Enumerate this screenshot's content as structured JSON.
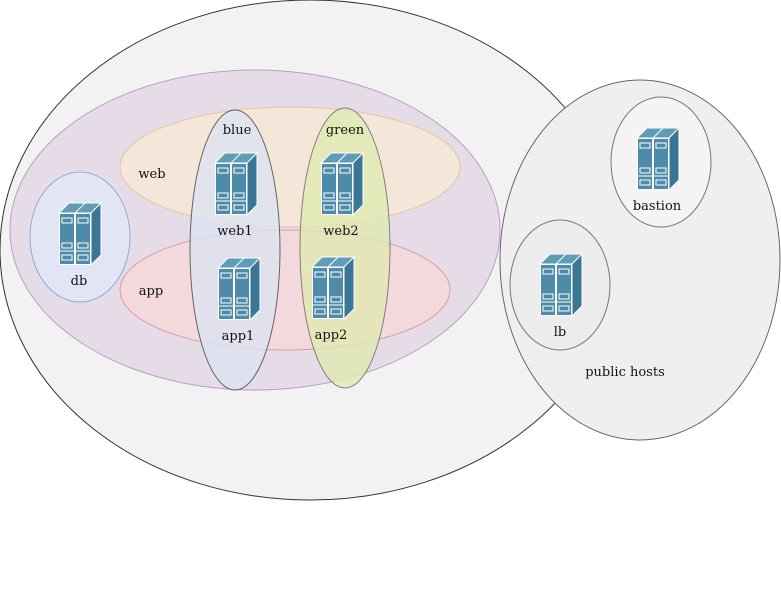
{
  "groups": {
    "outer": {
      "fill": "#f2f2f2",
      "stroke": "#333333"
    },
    "public": {
      "label": "public hosts",
      "fill": "#efefef",
      "stroke": "#666666"
    },
    "environment": {
      "fill": "#e6dce8",
      "stroke": "#b8a0c0"
    },
    "web": {
      "label": "web",
      "fill": "#f4e6d8",
      "stroke": "#e2c8a0"
    },
    "app": {
      "label": "app",
      "fill": "#f3d8dc",
      "stroke": "#dc9ca8"
    },
    "db": {
      "fill": "#e2e6f4",
      "stroke": "#98a8d4"
    },
    "blue": {
      "label": "blue",
      "fill": "#dde4f2",
      "stroke": "#444444"
    },
    "green": {
      "label": "green",
      "fill": "#e1eab2",
      "stroke": "#666666"
    },
    "bastion": {
      "fill": "#f4f4f4",
      "stroke": "#777777"
    },
    "lb": {
      "fill": "#ececec",
      "stroke": "#777777"
    }
  },
  "servers": [
    {
      "id": "web1",
      "label": "web1",
      "icon": "server-icon"
    },
    {
      "id": "web2",
      "label": "web2",
      "icon": "server-icon"
    },
    {
      "id": "app1",
      "label": "app1",
      "icon": "server-icon"
    },
    {
      "id": "app2",
      "label": "app2",
      "icon": "server-icon"
    },
    {
      "id": "db",
      "label": "db",
      "icon": "server-icon"
    },
    {
      "id": "lb",
      "label": "lb",
      "icon": "server-icon"
    },
    {
      "id": "bastion",
      "label": "bastion",
      "icon": "server-icon"
    }
  ],
  "icon_colors": {
    "front": "#4d8ba8",
    "top": "#5e9cb8",
    "side": "#3a7696",
    "detail": "#ffffff"
  }
}
